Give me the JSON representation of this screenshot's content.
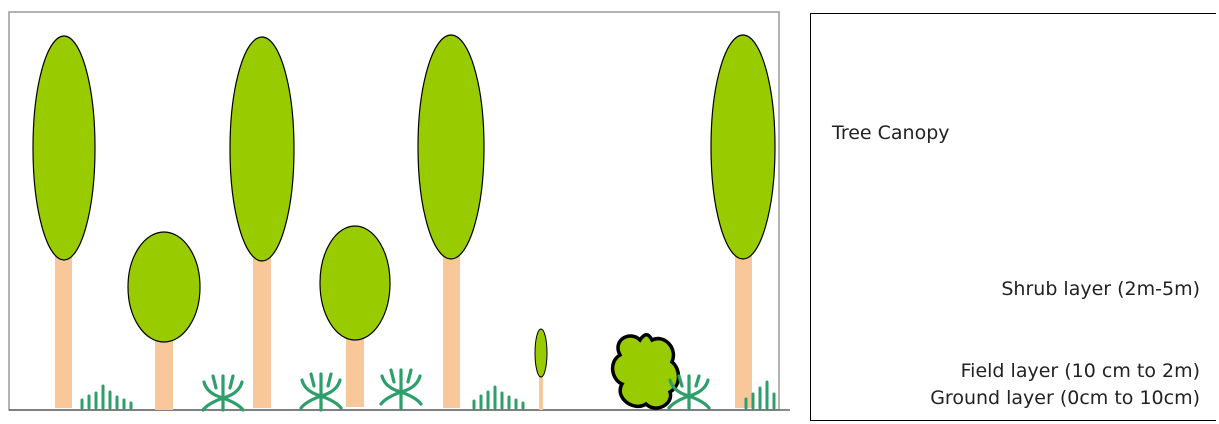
{
  "layers": {
    "canopy": "Tree Canopy",
    "shrub": "Shrub layer (2m-5m)",
    "field": "Field layer (10 cm to 2m)",
    "ground": "Ground layer (0cm to 10cm)"
  },
  "colors": {
    "foliage": "#99cc00",
    "trunk": "#f8c89a",
    "grass": "#2e9e6a",
    "outline": "#000000",
    "frame": "#999999"
  }
}
